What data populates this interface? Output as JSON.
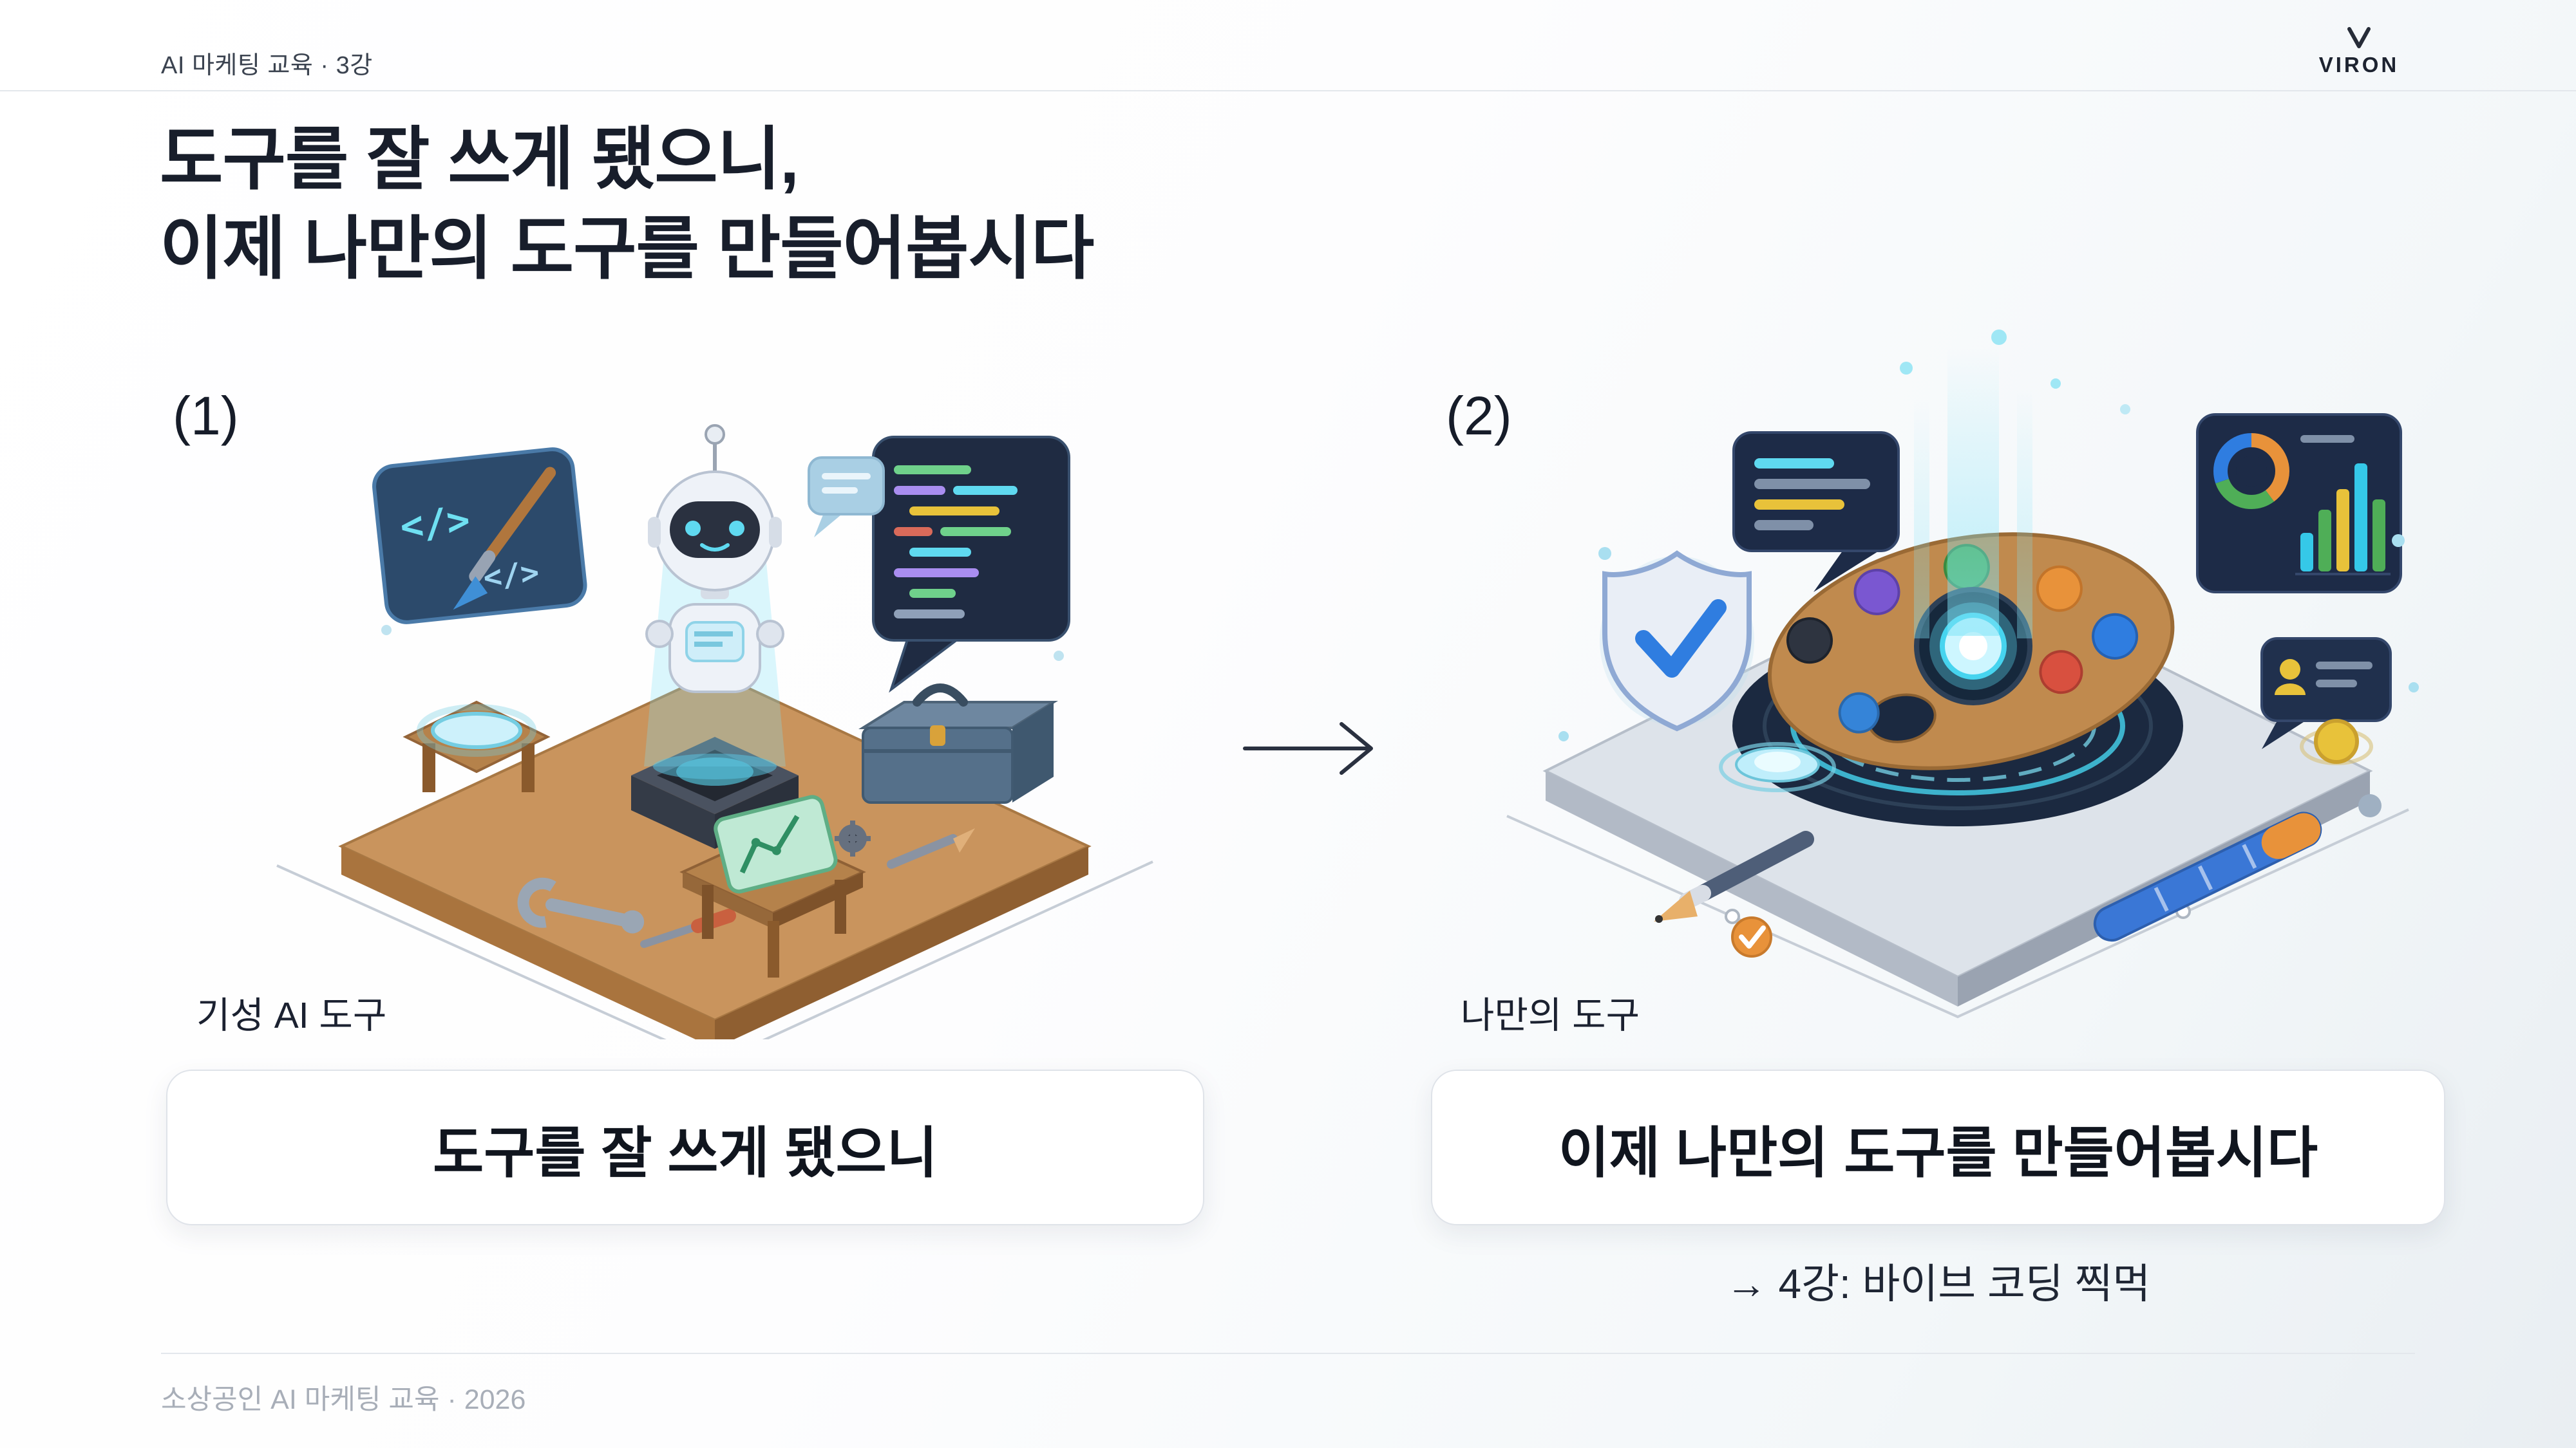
{
  "header": {
    "course_label": "AI 마케팅 교육 · 3강",
    "brand": "VIRON"
  },
  "title": {
    "line1": "도구를 잘 쓰게 됐으니,",
    "line2": "이제 나만의 도구를 만들어봅시다"
  },
  "panels": [
    {
      "index_label": "(1)",
      "illustration": "ready-made-ai-tools-workbench",
      "caption": "기성 AI 도구",
      "card_label": "도구를 잘 쓰게 됐으니"
    },
    {
      "index_label": "(2)",
      "illustration": "my-own-tool-palette-console",
      "caption": "나만의 도구",
      "card_label": "이제 나만의 도구를 만들어봅시다",
      "note": "→ 4강: 바이브 코딩 찍먹"
    }
  ],
  "footer": {
    "credit": "소상공인 AI 마케팅 교육 · 2026"
  },
  "colors": {
    "title_text": "#181e2b",
    "muted_text": "#a8aeb8",
    "card_border": "#dfe3e9",
    "divider": "#e3e7ec",
    "accent_cyan": "#46d4ef",
    "wood": "#c9945d",
    "navy_panel": "#1d2b47",
    "blue": "#2f7de0",
    "orange": "#e8923a",
    "green": "#4fae57",
    "red": "#d8503f",
    "purple": "#7a57d1"
  }
}
